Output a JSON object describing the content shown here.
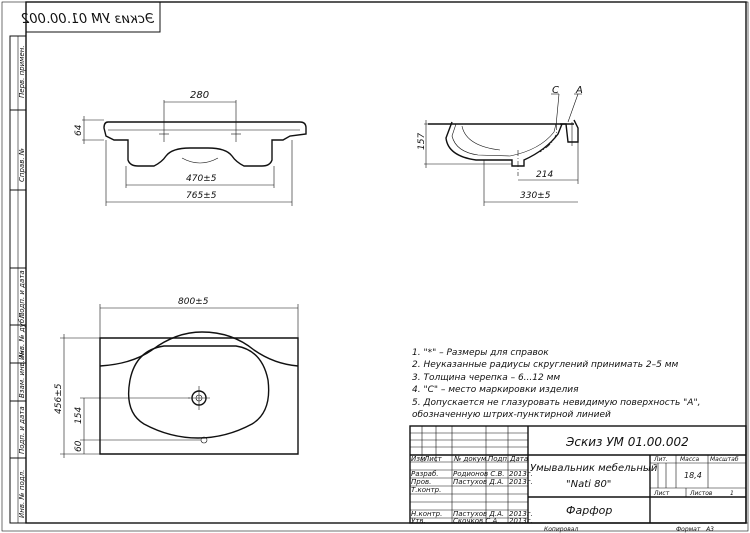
{
  "sheet": {
    "code_mirrored": "Эскиз УМ 01.00.002",
    "side_labels": [
      "Перв. примен.",
      "Справ. №",
      "Подп. и дата",
      "Инв. № дубл.",
      "Взам. инв. №",
      "Подп. и дата",
      "Инв. № подл."
    ]
  },
  "dimensions": {
    "top_holes": "280",
    "top_height": "64",
    "top_inner": "470±5",
    "top_outer": "765±5",
    "side_height": "157",
    "side_inner": "214",
    "side_outer": "330±5",
    "section_c": "С",
    "section_a": "А",
    "plan_width": "800±5",
    "plan_depth": "456±5",
    "plan_154": "154",
    "plan_60": "60"
  },
  "notes": [
    "1. \"*\" – Размеры для справок",
    "2. Неуказанные радиусы скруглений принимать 2–5 мм",
    "3. Толщина черепка – 6...12 мм",
    "4. \"С\" – место маркировки изделия",
    "5. Допускается не глазуровать невидимую поверхность \"А\",",
    "обозначенную штрих-пунктирной линией"
  ],
  "title_block": {
    "code": "Эскиз УМ 01.00.002",
    "name_line1": "Умывальник мебельный",
    "name_line2": "\"Nati 80\"",
    "material": "Фарфор",
    "col_headers": [
      "Изм",
      "Лист",
      "№ докум.",
      "Подп.",
      "Дата"
    ],
    "rows": [
      {
        "role": "Разраб.",
        "name": "Родионов С.В.",
        "date": "2013г."
      },
      {
        "role": "Пров.",
        "name": "Пастухов Д.А.",
        "date": "2013г."
      },
      {
        "role": "Т.контр.",
        "name": "",
        "date": ""
      },
      {
        "role": "Н.контр.",
        "name": "Пастухов Д.А.",
        "date": "2013г."
      },
      {
        "role": "Утв.",
        "name": "Скочков С.А.",
        "date": "2013г."
      }
    ],
    "lit_label": "Лит.",
    "mass_label": "Масса",
    "scale_label": "Масштаб",
    "mass_value": "18,4",
    "sheet_label": "Лист",
    "sheets_label": "Листов",
    "sheets_value": "1",
    "copied": "Копировал",
    "format": "Формат   А3"
  }
}
